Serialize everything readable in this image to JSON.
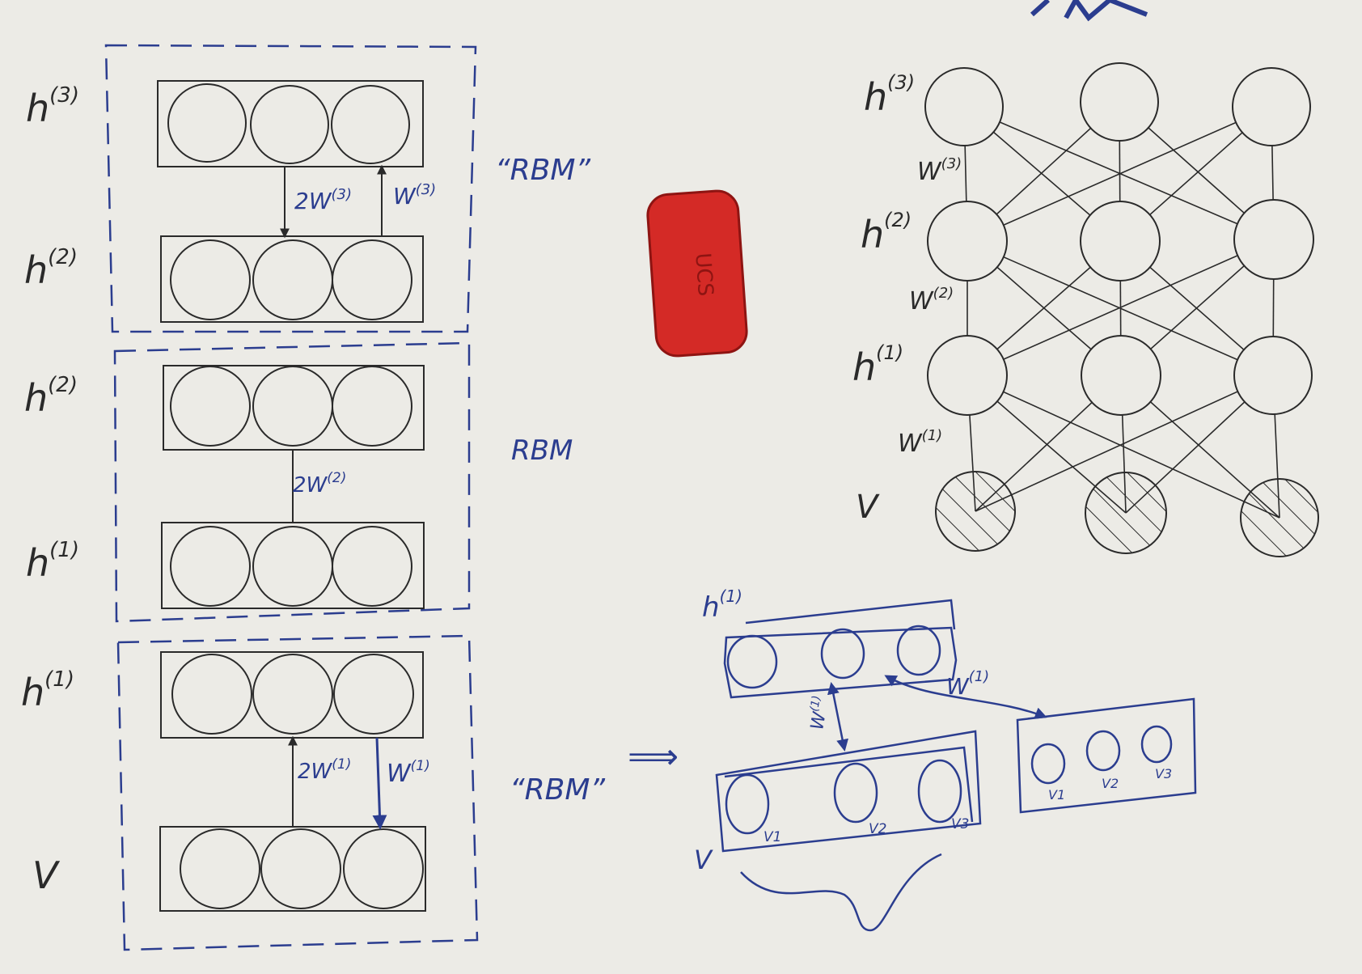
{
  "palette": {
    "board": "#ecebe6",
    "ink_black": "#2a2a2a",
    "ink_blue": "#2b3d8f",
    "eraser": "#d42a26"
  },
  "left_stack": {
    "rbm_top": {
      "rows": [
        {
          "label_main": "h",
          "label_sup": "(3)"
        },
        {
          "label_main": "h",
          "label_sup": "(2)"
        }
      ],
      "weight_down": "2W",
      "weight_down_sup": "(3)",
      "weight_up": "W",
      "weight_up_sup": "(3)",
      "tag": "“RBM”"
    },
    "rbm_middle": {
      "rows": [
        {
          "label_main": "h",
          "label_sup": "(2)"
        },
        {
          "label_main": "h",
          "label_sup": "(1)"
        }
      ],
      "weight": "2W",
      "weight_sup": "(2)",
      "tag": "RBM"
    },
    "rbm_bottom": {
      "rows": [
        {
          "label_main": "h",
          "label_sup": "(1)"
        },
        {
          "label_main": "V",
          "label_sup": ""
        }
      ],
      "weight_up": "2W",
      "weight_up_sup": "(1)",
      "weight_down": "W",
      "weight_down_sup": "(1)",
      "tag": "“RBM”"
    }
  },
  "arrow_symbol": "⟹",
  "unrolled": {
    "h_label": "h",
    "h_label_sup": "(1)",
    "v_label": "V",
    "w_left": "W",
    "w_left_sup": "(1)",
    "w_right": "W",
    "w_right_sup": "(1)",
    "v_nodes": [
      "V1",
      "V2",
      "V3"
    ],
    "v_copy_nodes": [
      "V1",
      "V2",
      "V3"
    ]
  },
  "deep_net": {
    "layers": [
      {
        "label_main": "h",
        "label_sup": "(3)"
      },
      {
        "label_main": "h",
        "label_sup": "(2)"
      },
      {
        "label_main": "h",
        "label_sup": "(1)"
      },
      {
        "label_main": "V",
        "label_sup": ""
      }
    ],
    "weights": [
      {
        "main": "W",
        "sup": "(3)"
      },
      {
        "main": "W",
        "sup": "(2)"
      },
      {
        "main": "W",
        "sup": "(1)"
      }
    ]
  },
  "eraser_text": "UCS"
}
